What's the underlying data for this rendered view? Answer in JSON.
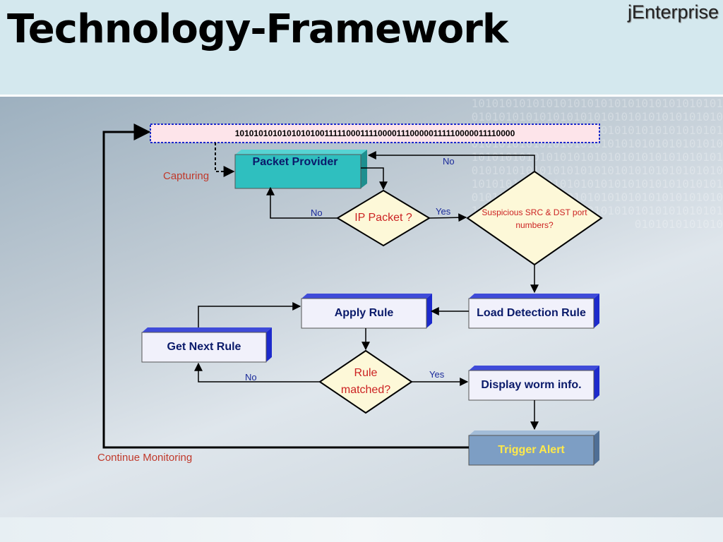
{
  "slide": {
    "title": "Technology-Framework",
    "brand": "jEnterprise"
  },
  "diagram": {
    "bitstream": "1010101010101010100111110001111000011100000111110000011110000",
    "background_bits": "1010101010101010101010101010101010101010101010101010101010101010101010101010101010101010101010101010101010101010101010101010101010101010101010101010101010101010101010101010101010101010101010101010101010101010101010101010101010101010101010101010101010101010101010101010101010101010101010101010101010101010101010101010101010101010101010101010101010",
    "nodes": {
      "packet_provider": "Packet Provider",
      "ip_packet": "IP Packet ?",
      "suspicious": "Suspicious SRC & DST port numbers?",
      "load_rule": "Load Detection Rule",
      "apply_rule": "Apply Rule",
      "get_next_rule": "Get Next Rule",
      "rule_matched": "Rule matched?",
      "display_worm": "Display worm info.",
      "trigger_alert": "Trigger Alert"
    },
    "edge_labels": {
      "capturing": "Capturing",
      "ip_no": "No",
      "ip_yes": "Yes",
      "suspicious_no": "No",
      "rule_no": "No",
      "rule_yes": "Yes",
      "continue": "Continue Monitoring"
    }
  },
  "colors": {
    "teal_box": "#2fbfbf",
    "diamond_fill": "#fdf8d8",
    "box_fill": "#f1f1fb",
    "box_shadow": "#1d2acc",
    "alert_fill": "#7d9ec4",
    "alert_text": "#ffe94a",
    "bitstream_fill": "#fde4ea"
  }
}
